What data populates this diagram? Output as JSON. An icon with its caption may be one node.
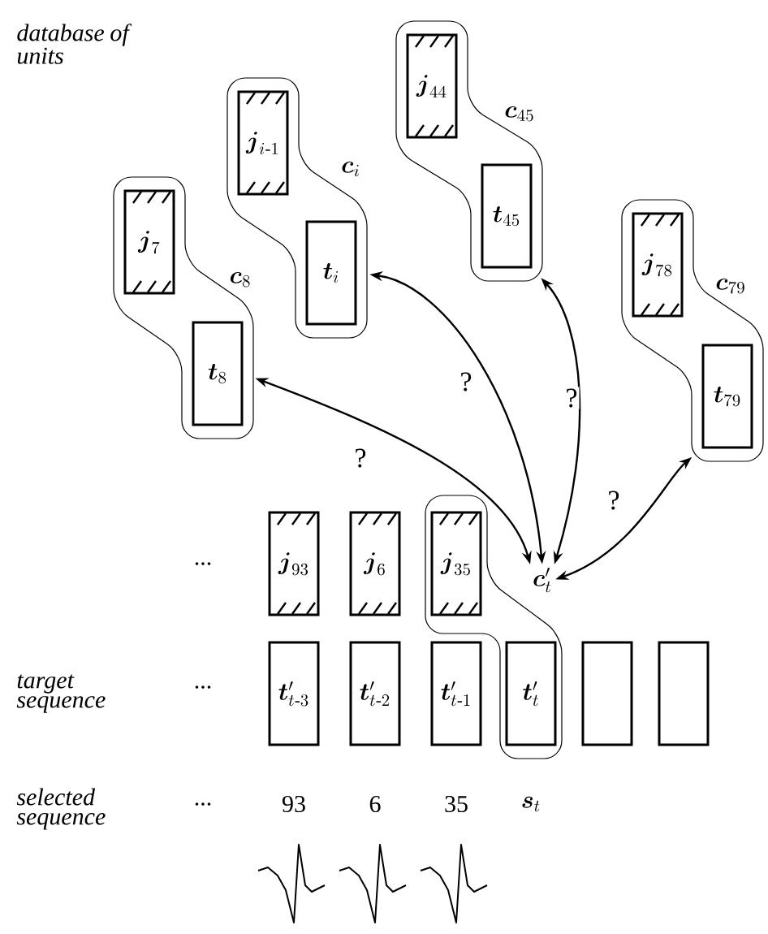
{
  "diagram": {
    "nodes": [
      {
        "text": [
          "\\boldsymbol{c}_{8}"
        ]
      },
      {
        "text": [
          "\\boldsymbol{j}_{7}"
        ],
        "in": 0
      },
      {
        "text": [
          "\\boldsymbol{t}_{8}"
        ],
        "in": 0
      },
      {
        "text": [
          "\\boldsymbol{c}_{i}"
        ]
      },
      {
        "text": [
          "\\boldsymbol{j}_{i\\text{-}1}"
        ],
        "in": 3
      },
      {
        "text": [
          "\\boldsymbol{t}_{i}"
        ],
        "in": 3
      },
      {
        "text": [
          "\\boldsymbol{c}_{45}"
        ]
      },
      {
        "text": [
          "\\boldsymbol{j}_{44}"
        ],
        "in": 6
      },
      {
        "text": [
          "\\boldsymbol{t}_{45}"
        ],
        "in": 6
      },
      {
        "text": [
          "\\boldsymbol{c}_{79}"
        ]
      },
      {
        "text": [
          "\\boldsymbol{j}_{78}"
        ],
        "in": 9
      },
      {
        "text": [
          "\\boldsymbol{t}_{79}"
        ],
        "in": 9
      },
      {
        "text": [
          "\\boldsymbol{j}_{93}"
        ]
      },
      {
        "text": [
          "\\boldsymbol{j}_{6}"
        ]
      },
      {
        "text": [
          "\\boldsymbol{c}'_{t}"
        ]
      },
      {
        "text": [
          "\\boldsymbol{j}_{35}"
        ],
        "in": 14
      },
      {
        "text": [
          "\\boldsymbol{t}'_{t\\text{-}3}"
        ]
      },
      {
        "text": [
          "\\boldsymbol{t}'_{t\\text{-}2}"
        ]
      },
      {
        "text": [
          "\\boldsymbol{t}'_{t\\text{-}1}"
        ]
      },
      {
        "text": [
          "\\boldsymbol{t}'_{t}"
        ],
        "in": 14
      },
      {
        "text": [],
        "shape": "box"
      },
      {
        "text": [],
        "shape": "box"
      }
    ],
    "edges": [
      {
        "from": 14,
        "to": 2,
        "arrow": "both",
        "label": "?"
      },
      {
        "from": 14,
        "to": 5,
        "arrow": "both",
        "label": "?"
      },
      {
        "from": 14,
        "to": 8,
        "arrow": "both",
        "label": "?"
      },
      {
        "from": 14,
        "to": 11,
        "arrow": "both",
        "label": "?"
      }
    ],
    "labels": [
      "database of units",
      "...",
      "target sequence",
      "...",
      "selected sequence",
      "...",
      "93",
      "6",
      "35",
      "\\boldsymbol{s}_t"
    ]
  }
}
